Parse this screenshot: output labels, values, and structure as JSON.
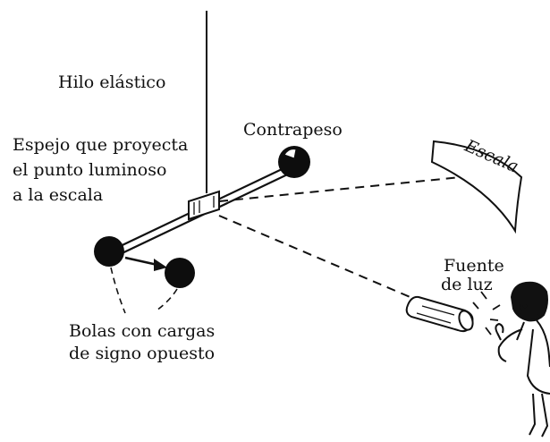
{
  "labels": {
    "wire": "Hilo elástico",
    "counterweight": "Contrapeso",
    "mirror": [
      "Espejo que proyecta",
      "el punto luminoso",
      "a la escala"
    ],
    "scale": "Escala",
    "light_source": [
      "Fuente",
      "de luz"
    ],
    "balls": [
      "Bolas con cargas",
      "de signo opuesto"
    ]
  },
  "colors": {
    "ink": "#111111",
    "ball": "#0d0d0d",
    "background": "#ffffff"
  }
}
